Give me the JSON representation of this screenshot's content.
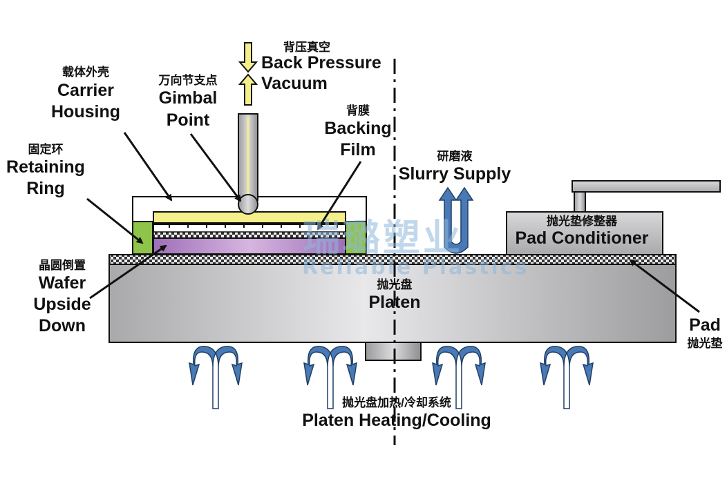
{
  "colors": {
    "platen": "#b6b6b8",
    "wafer": "#b58bc6",
    "retaining_ring": "#8fc44a",
    "backing_film": "#f4ef8a",
    "arrow": "#4a7ab5",
    "line": "#111111"
  },
  "labels": {
    "back_pressure": {
      "zh": "背压真空",
      "en1": "Back Pressure",
      "en2": "Vacuum"
    },
    "carrier_housing": {
      "zh": "载体外壳",
      "en1": "Carrier",
      "en2": "Housing"
    },
    "gimbal_point": {
      "zh": "万向节支点",
      "en1": "Gimbal",
      "en2": "Point"
    },
    "backing_film": {
      "zh": "背膜",
      "en1": "Backing",
      "en2": "Film"
    },
    "retaining_ring": {
      "zh": "固定环",
      "en1": "Retaining",
      "en2": "Ring"
    },
    "slurry_supply": {
      "zh": "研磨液",
      "en1": "Slurry Supply"
    },
    "pad_conditioner": {
      "zh": "抛光垫修整器",
      "en1": "Pad Conditioner"
    },
    "wafer": {
      "zh": "晶圆倒置",
      "en1": "Wafer",
      "en2": "Upside",
      "en3": "Down"
    },
    "platen": {
      "zh": "抛光盘",
      "en1": "Platen"
    },
    "pad": {
      "en1": "Pad",
      "zh": "抛光垫"
    },
    "heating_cooling": {
      "zh": "抛光盘加热/冷却系统",
      "en1": "Platen Heating/Cooling"
    }
  },
  "watermark": {
    "zh": "瑞璐塑业",
    "en": "Reliable Plastics"
  }
}
